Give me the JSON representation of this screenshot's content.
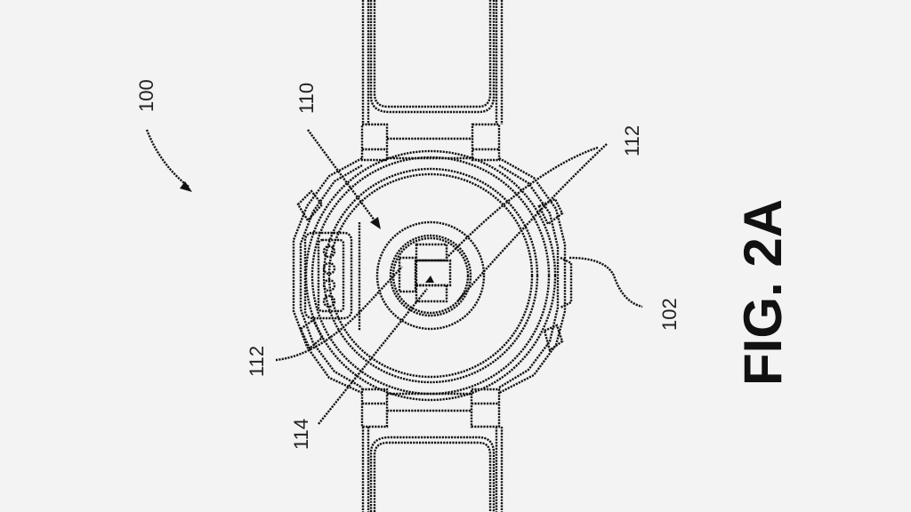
{
  "figure": {
    "title": "FIG. 2A",
    "subject": "wearable watch device, rear view",
    "labels": [
      {
        "id": "ref-100",
        "text": "100"
      },
      {
        "id": "ref-110",
        "text": "110"
      },
      {
        "id": "ref-112-right",
        "text": "112"
      },
      {
        "id": "ref-112-left",
        "text": "112"
      },
      {
        "id": "ref-114",
        "text": "114"
      },
      {
        "id": "ref-102",
        "text": "102"
      }
    ]
  },
  "colors": {
    "background": "#f3f3f3",
    "line": "#111111"
  }
}
